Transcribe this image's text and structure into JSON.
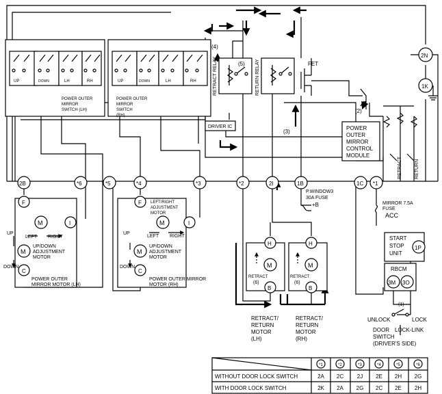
{
  "relays": {
    "retract": "RETRACT RELAY",
    "return": "RETURN RELAY",
    "fet": "FET",
    "driver_ic": "DRIVER IC"
  },
  "switch": {
    "up": "UP",
    "down": "DOWN",
    "lh": "LH",
    "rh": "RH",
    "lh_caption": [
      "POWER OUTER",
      "MIRROR",
      "SWITCH (LH)"
    ],
    "rh_caption": [
      "POWER OUTER",
      "MIRROR",
      "SWITCH",
      "(RH)"
    ]
  },
  "module": {
    "lines": [
      "POWER",
      "OUTER",
      "MIRROR",
      "CONTROL",
      "MODULE"
    ],
    "retract": "RETRACT",
    "return": "RETURN"
  },
  "step_labels": {
    "s1": "(1)",
    "s2": "(2)",
    "s3": "(3)",
    "s4": "(4)",
    "s5": "(5)",
    "s6a": "(6)",
    "s6b": "(6)"
  },
  "connectors": {
    "c2N": "2N",
    "c1K": "1K",
    "c2B": "2B",
    "c6": "*6",
    "c5": "*5",
    "c4": "*4",
    "c3": "*3",
    "c2": "*2",
    "c2I": "2I",
    "c1B": "1B",
    "c1C": "1C",
    "c1": "*1",
    "F_lh": "F",
    "I_lh": "I",
    "C_lh": "C",
    "F_rh": "F",
    "I_rh": "I",
    "C_rh": "C",
    "H_lh": "H",
    "B_lh": "B",
    "H_rh": "H",
    "B_rh": "B",
    "c1P": "1P",
    "c3M": "3M",
    "c3O": "3O"
  },
  "motor_symbol": "M",
  "mirror_lh": {
    "left": "LEFT",
    "right": "RIGHT",
    "up": "UP",
    "down": "DOWN",
    "updown": [
      "UP/DOWN",
      "ADJUSTMENT",
      "MOTOR"
    ],
    "caption": [
      "POWER OUTER",
      "MIRROR MOTOR (LH)"
    ]
  },
  "mirror_rh": {
    "lr": [
      "LEFT/RIGHT",
      "ADJUSTMENT",
      "MOTOR"
    ],
    "left": "LEFT",
    "right": "RIGHT",
    "up": "UP",
    "down": "DOWN",
    "updown": [
      "UP/DOWN",
      "ADJUSTMENT",
      "MOTOR"
    ],
    "caption": [
      "POWER OUTER MIRROR",
      "MOTOR (RH)"
    ]
  },
  "retract_motors": {
    "inner_label": "RETRACT",
    "lh": [
      "RETRACT/",
      "RETURN",
      "MOTOR",
      "(LH)"
    ],
    "rh": [
      "RETRACT/",
      "RETURN",
      "MOTOR",
      "(RH)"
    ]
  },
  "fuses": {
    "window": [
      "P.WINDOW3",
      "30A FUSE"
    ],
    "b_plus": "+B",
    "mirror": [
      "MIRROR 7.5A",
      "FUSE"
    ],
    "acc": "ACC"
  },
  "start_stop": [
    "START",
    "STOP",
    "UNIT"
  ],
  "rbcm": "RBCM",
  "door_switch": {
    "unlock": "UNLOCK",
    "lock": "LOCK",
    "lines": [
      "DOOR",
      "SWITCH",
      "(DRIVER'S SIDE)"
    ],
    "lock_link": "LOCK-LINK"
  },
  "table": {
    "headers": [
      "*1",
      "*2",
      "*3",
      "*4",
      "*5",
      "*6"
    ],
    "rows": [
      {
        "label": "WITHOUT DOOR LOCK SWITCH",
        "cells": [
          "2A",
          "2C",
          "2J",
          "2E",
          "2H",
          "2G"
        ]
      },
      {
        "label": "WITH DOOR LOCK SWITCH",
        "cells": [
          "2K",
          "2A",
          "2G",
          "2C",
          "2E",
          "2H"
        ]
      }
    ]
  }
}
